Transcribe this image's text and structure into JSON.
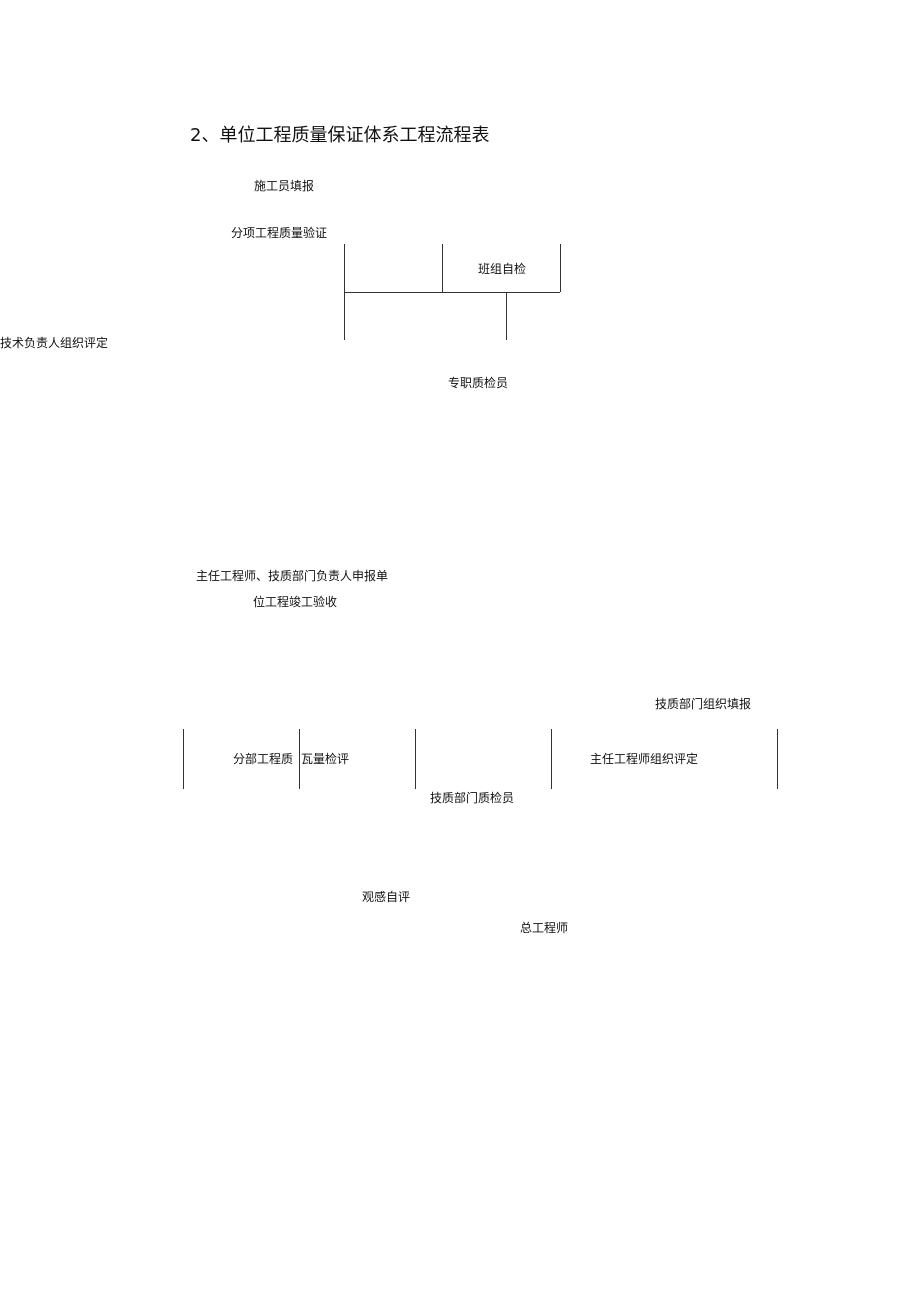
{
  "title": "2、单位工程质量保证体系工程流程表",
  "labels": {
    "builder_fill": "施工员填报",
    "subitem_verify": "分项工程质量验证",
    "team_selfcheck": "班组自检",
    "tech_lead_assess": "技术负责人组织评定",
    "fulltime_inspector": "专职质检员",
    "chief_engineer_line1": "主任工程师、技质部门负责人申报单",
    "chief_engineer_line2": "位工程竣工验收",
    "tech_dept_fill": "技质部门组织填报",
    "subsection_quality_left": "分部工程质",
    "subsection_quality_right": "瓦量检评",
    "chief_engineer_assess": "主任工程师组织评定",
    "tech_dept_inspector": "技质部门质检员",
    "appearance_selfeval": "观感自评",
    "general_engineer": "总工程师"
  }
}
